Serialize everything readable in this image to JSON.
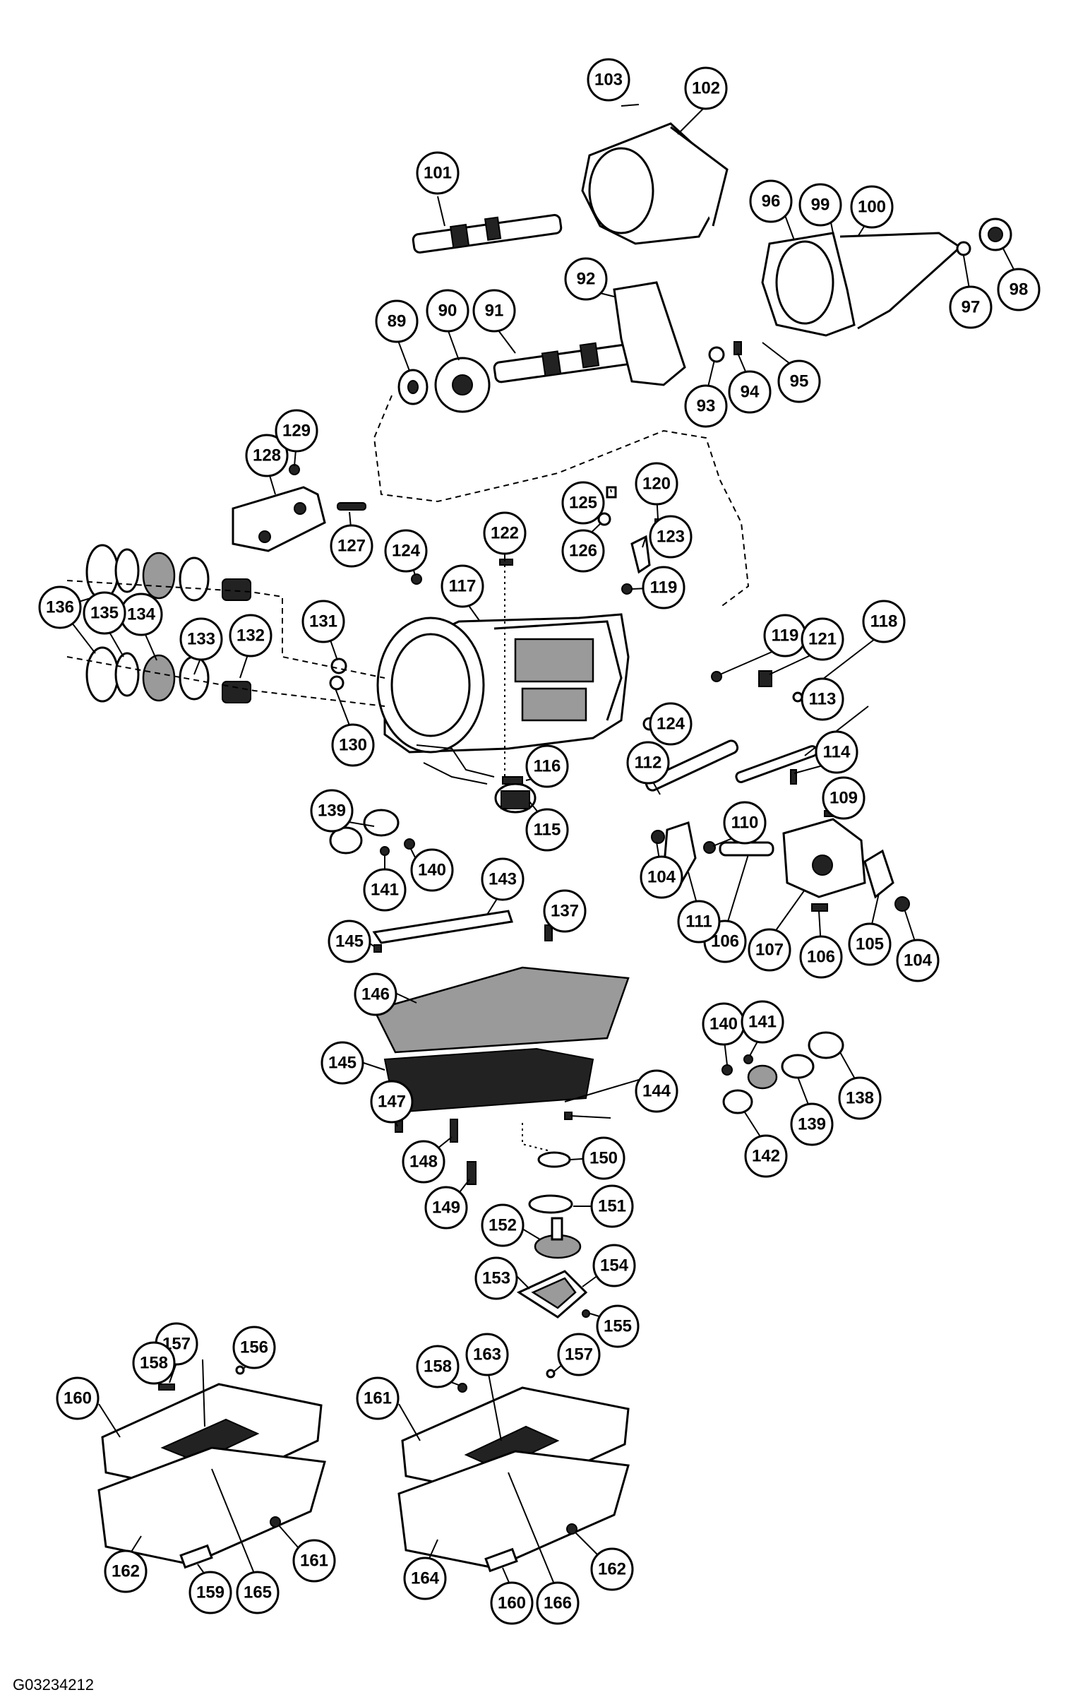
{
  "figure_code": "G03234212",
  "callout_numbers": [
    "89",
    "90",
    "91",
    "92",
    "93",
    "94",
    "95",
    "96",
    "97",
    "98",
    "99",
    "100",
    "101",
    "102",
    "103",
    "104",
    "104",
    "105",
    "106",
    "106",
    "107",
    "109",
    "110",
    "111",
    "112",
    "113",
    "114",
    "115",
    "116",
    "117",
    "118",
    "119",
    "119",
    "120",
    "121",
    "122",
    "123",
    "124",
    "124",
    "125",
    "126",
    "127",
    "128",
    "129",
    "130",
    "131",
    "132",
    "133",
    "134",
    "135",
    "136",
    "137",
    "138",
    "139",
    "139",
    "140",
    "140",
    "141",
    "141",
    "142",
    "143",
    "144",
    "145",
    "145",
    "146",
    "147",
    "148",
    "149",
    "150",
    "151",
    "152",
    "153",
    "154",
    "155",
    "156",
    "157",
    "157",
    "158",
    "158",
    "159",
    "160",
    "160",
    "161",
    "161",
    "162",
    "162",
    "163",
    "164",
    "165",
    "166",
    "166"
  ]
}
